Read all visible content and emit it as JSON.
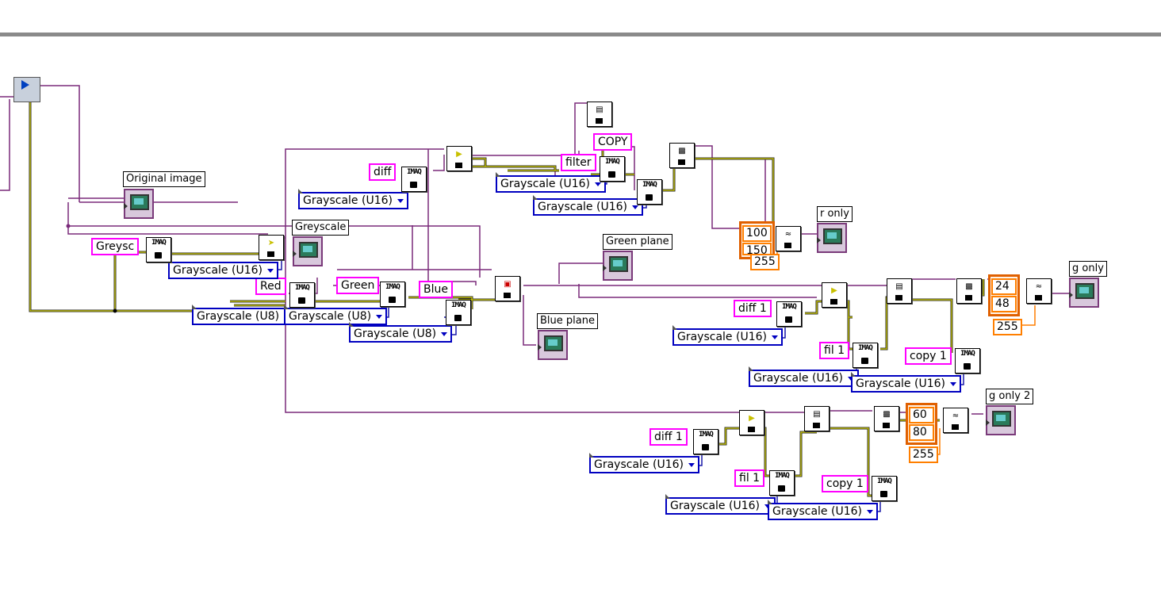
{
  "labels": {
    "original_image": "Original image",
    "greyscale": "Greyscale",
    "green_plane": "Green plane",
    "blue_plane": "Blue plane",
    "r_only": "r only",
    "g_only": "g only",
    "g_only_2": "g only  2"
  },
  "strings": {
    "greysc": "Greysc",
    "red": "Red",
    "green": "Green",
    "blue": "Blue",
    "diff": "diff",
    "filter": "filter",
    "copy": "COPY",
    "diff1_a": "diff 1",
    "fil1_a": "fil 1",
    "copy1_a": "copy 1",
    "diff1_b": "diff 1",
    "fil1_b": "fil 1",
    "copy1_b": "copy 1"
  },
  "numbers": {
    "r_low": "100",
    "r_high": "150",
    "r_max": "255",
    "g_low": "24",
    "g_high": "48",
    "g_max": "255",
    "g2_low": "60",
    "g2_high": "80",
    "g2_max": "255"
  },
  "enums": {
    "e1": "Grayscale (U16)",
    "e2": "Grayscale (U16)",
    "e3": "Grayscale (U16)",
    "e4": "Grayscale (U16)",
    "e5": "Grayscale (U8)",
    "e6": "Grayscale (U8)",
    "e7": "Grayscale (U8)",
    "e8": "Grayscale (U16)",
    "e9": "Grayscale (U16)",
    "e10": "Grayscale (U16)",
    "e11": "Grayscale (U16)",
    "e12": "Grayscale (U16)",
    "e13": "Grayscale (U16)"
  },
  "node_icon_text": "IMAQ"
}
